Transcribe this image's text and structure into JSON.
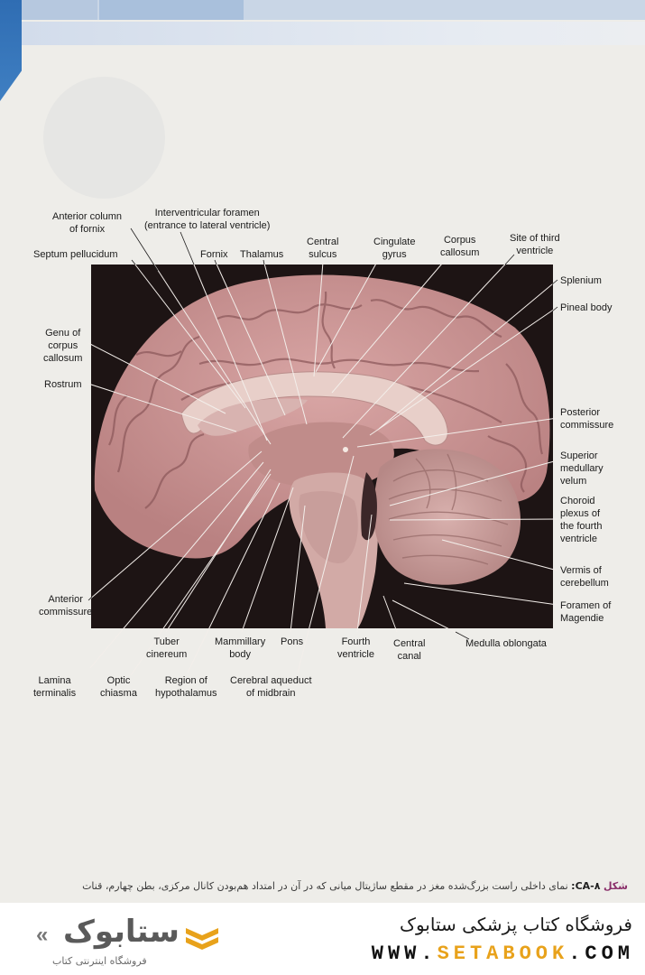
{
  "figure": {
    "labels": {
      "anterior_column_fornix": [
        "Anterior column",
        "of fornix"
      ],
      "interventricular_foramen": [
        "Interventricular foramen",
        "(entrance to lateral ventricle)"
      ],
      "septum_pellucidum": "Septum pellucidum",
      "fornix": "Fornix",
      "thalamus": "Thalamus",
      "central_sulcus": [
        "Central",
        "sulcus"
      ],
      "cingulate_gyrus": [
        "Cingulate",
        "gyrus"
      ],
      "corpus_callosum": [
        "Corpus",
        "callosum"
      ],
      "site_third_ventricle": [
        "Site of third",
        "ventricle"
      ],
      "splenium": "Splenium",
      "pineal_body": "Pineal body",
      "genu": [
        "Genu of",
        "corpus",
        "callosum"
      ],
      "rostrum": "Rostrum",
      "posterior_commissure": [
        "Posterior",
        "commissure"
      ],
      "superior_medullary_velum": [
        "Superior",
        "medullary",
        "velum"
      ],
      "choroid_plexus": [
        "Choroid",
        "plexus of",
        "the fourth",
        "ventricle"
      ],
      "vermis": [
        "Vermis of",
        "cerebellum"
      ],
      "foramen_magendie": [
        "Foramen of",
        "Magendie"
      ],
      "anterior_commissure": [
        "Anterior",
        "commissure"
      ],
      "tuber_cinereum": [
        "Tuber",
        "cinereum"
      ],
      "mammillary_body": [
        "Mammillary",
        "body"
      ],
      "pons": "Pons",
      "fourth_ventricle": [
        "Fourth",
        "ventricle"
      ],
      "central_canal": [
        "Central",
        "canal"
      ],
      "medulla_oblongata": "Medulla oblongata",
      "lamina_terminalis": [
        "Lamina",
        "terminalis"
      ],
      "optic_chiasma": [
        "Optic",
        "chiasma"
      ],
      "region_hypothalamus": [
        "Region of",
        "hypothalamus"
      ],
      "cerebral_aqueduct": [
        "Cerebral aqueduct",
        "of midbrain"
      ]
    }
  },
  "caption": {
    "figure_word": "شکل",
    "figure_number": "CA-۸:",
    "text": "نمای داخلی راست بزرگ‌شده مغز در مقطع ساژیتال میانی که در آن در امتداد هم‌بودن کانال مرکزی، بطن چهارم، قنات"
  },
  "footer": {
    "logo_text": "ستابوک",
    "logo_subtitle": "فروشگاه اینترنتی کتاب",
    "shop_title": "فروشگاه کتاب پزشکی ستابوک",
    "url_prefix": "WWW.",
    "url_brand": "SETABOOK",
    "url_suffix": ".COM"
  },
  "colors": {
    "brain": "#c89394",
    "background": "#1d1414",
    "accent_blue": "#3f7fc2",
    "logo_gold": "#e8a21b"
  }
}
